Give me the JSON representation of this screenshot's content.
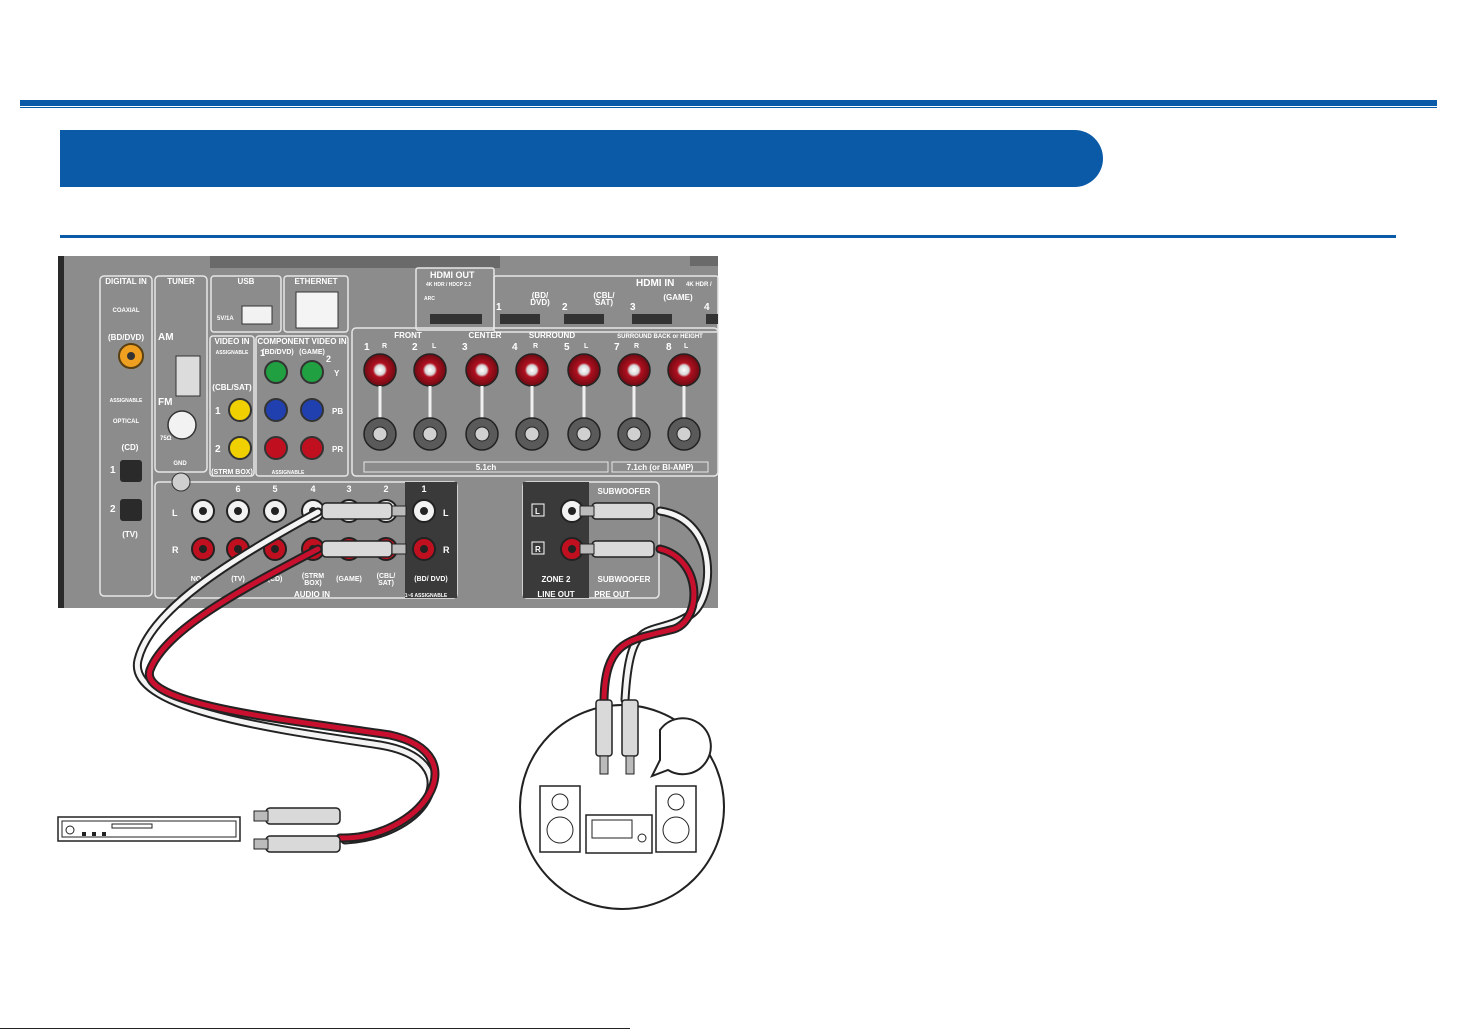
{
  "panel": {
    "digital_in": {
      "title": "DIGITAL IN",
      "coaxial": "COAXIAL",
      "coaxial_input": "(BD/DVD)",
      "assignable": "ASSIGNABLE",
      "optical": "OPTICAL",
      "opt_cd": "(CD)",
      "opt_tv": "(TV)",
      "num1": "1",
      "num2": "2"
    },
    "tuner": {
      "title": "TUNER",
      "am": "AM",
      "fm": "FM",
      "ohm": "75Ω",
      "gnd": "GND"
    },
    "usb": {
      "title": "USB",
      "rating": "5V/1A"
    },
    "ethernet": {
      "title": "ETHERNET"
    },
    "hdmi_out": {
      "title": "HDMI OUT",
      "sub": "4K HDR / HDCP 2.2",
      "arc": "ARC"
    },
    "hdmi_in": {
      "title": "HDMI IN",
      "sub": "4K HDR /",
      "n1": "1",
      "n1_src": "(BD/",
      "n1_src2": "DVD)",
      "n2": "2",
      "n2_src": "(CBL/",
      "n2_src2": "SAT)",
      "n3": "3",
      "n3_src": "(GAME)",
      "n4": "4"
    },
    "video_in": {
      "title": "VIDEO IN",
      "assignable": "ASSIGNABLE",
      "cbl_sat": "(CBL/SAT)",
      "strm_box": "(STRM BOX)",
      "n1": "1",
      "n2": "2"
    },
    "component": {
      "title": "COMPONENT VIDEO IN",
      "bd_dvd": "(BD/DVD)",
      "game": "(GAME)",
      "n1": "1",
      "n2": "2",
      "y": "Y",
      "pb": "PB",
      "pr": "PR",
      "assignable": "ASSIGNABLE"
    },
    "speakers": {
      "front": "FRONT",
      "center": "CENTER",
      "surround": "SURROUND",
      "surround_back": "SURROUND BACK or HEIGHT",
      "r": "R",
      "l": "L",
      "n1": "1",
      "n2": "2",
      "n3": "3",
      "n4": "4",
      "n5": "5",
      "n7": "7",
      "n8": "8",
      "ch51": "5.1ch",
      "ch71": "7.1ch (or BI-AMP)"
    },
    "audio_in": {
      "title": "AUDIO IN",
      "n6": "6",
      "n5": "5",
      "n4": "4",
      "n3": "3",
      "n2": "2",
      "n1": "1",
      "l": "L",
      "r": "R",
      "phono": "NO",
      "tv": "(TV)",
      "cd": "(CD)",
      "strm": "(STRM",
      "strm2": "BOX)",
      "game": "(GAME)",
      "cbl": "(CBL/",
      "cbl2": "SAT)",
      "bd_dvd": "(BD/ DVD)",
      "assignable": "1~6 ASSIGNABLE"
    },
    "zone2": {
      "l": "L",
      "r": "R",
      "zone": "ZONE 2",
      "line_out": "LINE OUT"
    },
    "subwoofer": {
      "top": "SUBWOOFER",
      "bottom": "SUBWOOFER",
      "pre_out": "PRE OUT"
    }
  },
  "colors": {
    "brand": "#0a5aa8",
    "panel": "#8a8a8a",
    "panel_dark": "#5a5a5a",
    "cable_red": "#c8102e"
  }
}
